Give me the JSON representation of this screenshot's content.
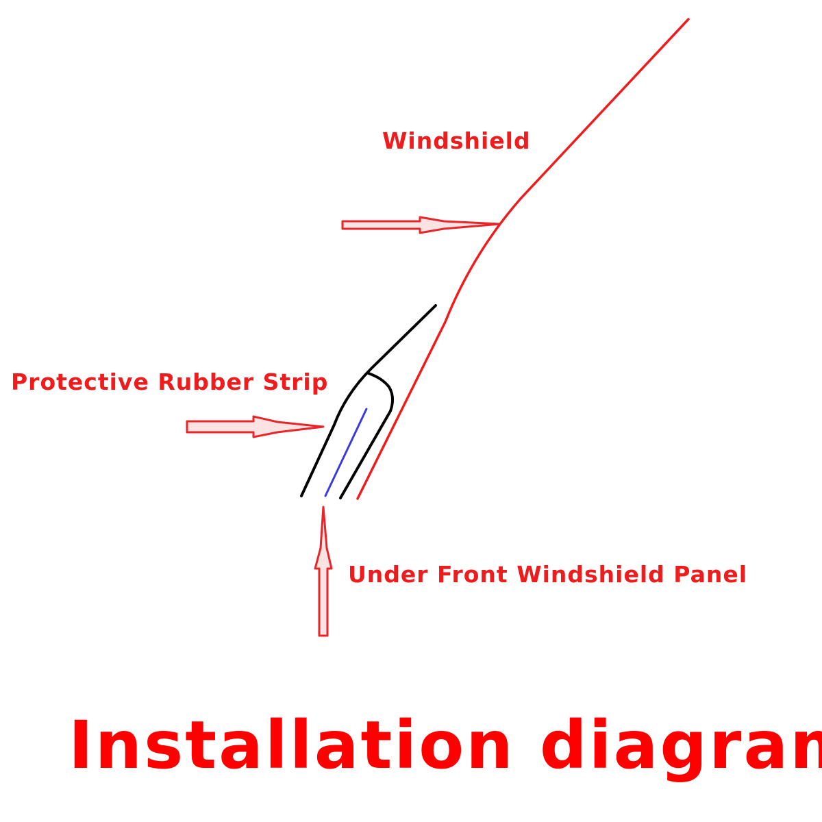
{
  "labels": {
    "windshield": "Windshield",
    "rubber_strip": "Protective Rubber Strip",
    "under_panel": "Under Front Windshield Panel"
  },
  "title": "Installation diagram",
  "colors": {
    "windshield_line": "#ee1c1c",
    "label_text": "#ee1c1c",
    "title_text": "#ff0000",
    "arrow_outline": "#e8262a",
    "arrow_fill": "#fbe3e3",
    "strip_outline": "#000000",
    "strip_core": "#3a3ad8"
  }
}
